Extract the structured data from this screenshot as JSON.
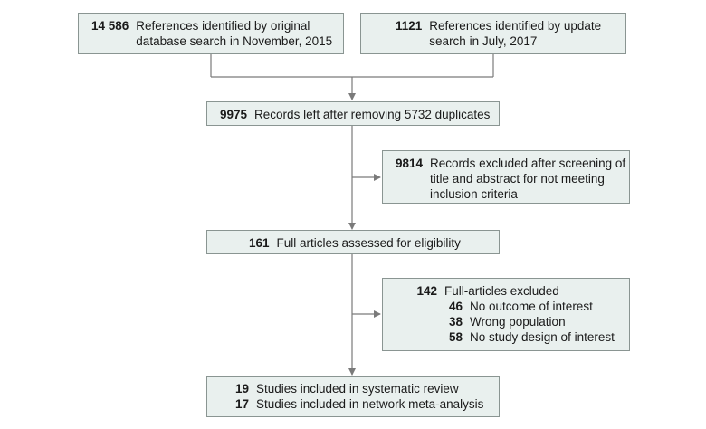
{
  "boxes": {
    "original": {
      "number": "14 586",
      "lines": [
        "References identified by original",
        "database search in November, 2015"
      ]
    },
    "update": {
      "number": "1121",
      "lines": [
        "References identified by update",
        "search in July, 2017"
      ]
    },
    "dedup": {
      "number": "9975",
      "text": "Records left after removing 5732 duplicates"
    },
    "screen_excluded": {
      "number": "9814",
      "lines": [
        "Records excluded after screening of",
        "title and abstract for not meeting",
        "inclusion criteria"
      ]
    },
    "full_articles": {
      "number": "161",
      "text": "Full articles assessed for eligibility"
    },
    "full_excluded": {
      "number": "142",
      "text": "Full-articles excluded",
      "reasons": [
        {
          "number": "46",
          "text": "No outcome of interest"
        },
        {
          "number": "38",
          "text": "Wrong population"
        },
        {
          "number": "58",
          "text": "No study design of interest"
        }
      ]
    },
    "included": {
      "rows": [
        {
          "number": "19",
          "text": "Studies included in systematic review"
        },
        {
          "number": "17",
          "text": "Studies included in network meta-analysis"
        }
      ]
    }
  }
}
